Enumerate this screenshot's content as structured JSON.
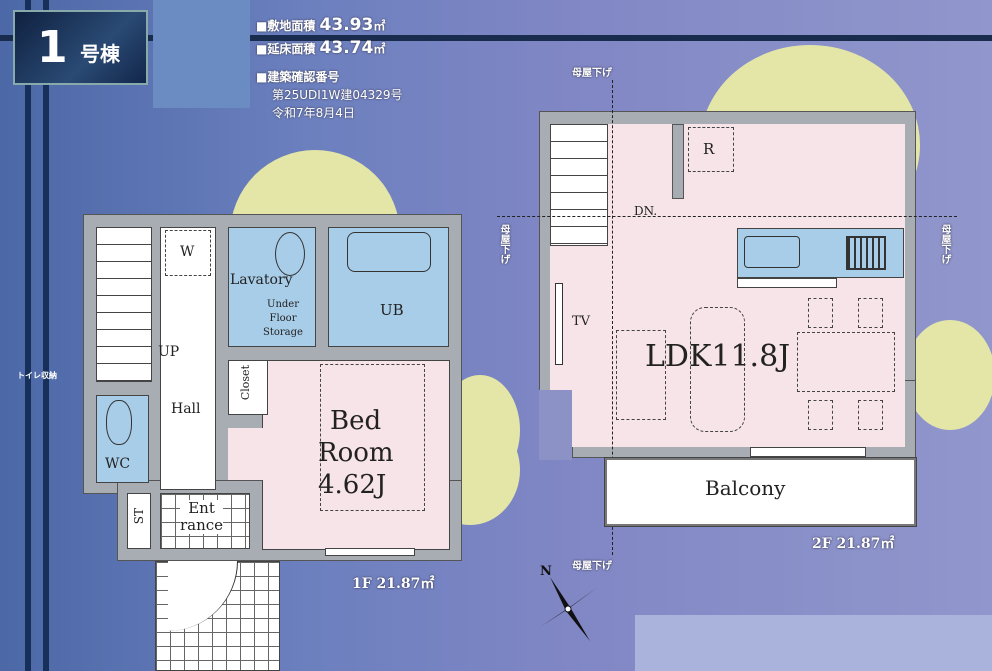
{
  "header": {
    "building_number": "1",
    "building_suffix": "号棟"
  },
  "info": {
    "site_area_label": "■敷地面積",
    "site_area_value": "43.93",
    "site_area_unit": "㎡",
    "floor_area_label": "■延床面積",
    "floor_area_value": "43.74",
    "floor_area_unit": "㎡",
    "permit_label": "■建築確認番号",
    "permit_number": "第25UDI1W建04329号",
    "permit_date": "令和7年8月4日"
  },
  "floor1": {
    "area": "1F 21.87㎡",
    "rooms": {
      "wash": "W",
      "lavatory": "Lavatory",
      "under_floor": "Under Floor Storage",
      "ub": "UB",
      "up": "UP",
      "hall": "Hall",
      "closet": "Closet",
      "bed_line1": "Bed",
      "bed_line2": "Room",
      "bed_line3": "4.62J",
      "wc": "WC",
      "st": "ST",
      "ent1": "Ent",
      "ent2": "rance",
      "toilet_storage": "トイレ収納"
    }
  },
  "floor2": {
    "area": "2F 21.87㎡",
    "rooms": {
      "r": "R",
      "dn": "DN.",
      "tv": "TV",
      "ldk": "LDK11.8J",
      "balcony": "Balcony"
    },
    "section_label": "母屋下げ"
  },
  "compass": {
    "north": "N"
  },
  "colors": {
    "wall": "#a8adb4",
    "pink": "#f7e4e8",
    "blue": "#a8cde8",
    "title_bg": "#15294a"
  }
}
